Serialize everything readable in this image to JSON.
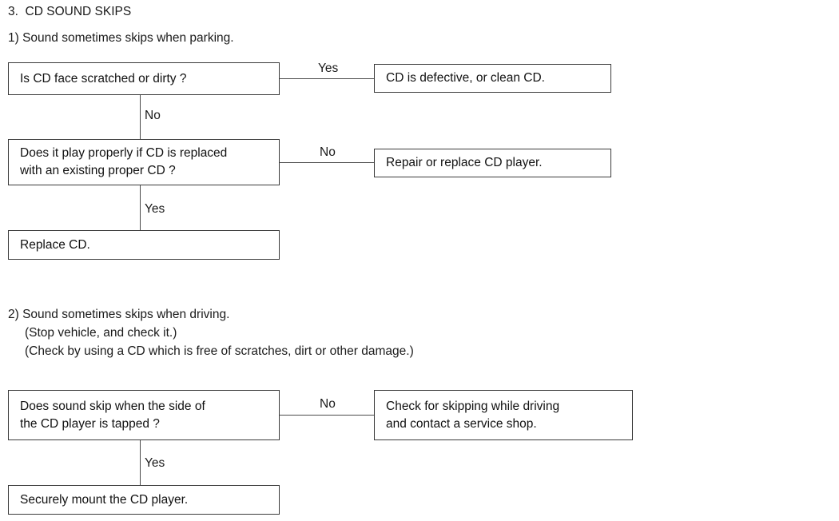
{
  "document": {
    "section_number": "3.",
    "section_title": "3.  CD SOUND SKIPS"
  },
  "case1": {
    "title": "1) Sound sometimes skips when parking.",
    "flow": {
      "decision1": "Is CD face scratched or dirty ?",
      "decision1_yes_label": "Yes",
      "decision1_yes_result": "CD is defective, or clean CD.",
      "decision1_no_label": "No",
      "decision2": "Does it play properly if CD is replaced\nwith an existing proper CD ?",
      "decision2_no_label": "No",
      "decision2_no_result": "Repair or replace CD player.",
      "decision2_yes_label": "Yes",
      "decision2_yes_result": "Replace CD."
    }
  },
  "case2": {
    "title": "2) Sound sometimes skips when driving.",
    "note1": "(Stop vehicle, and check it.)",
    "note2": "(Check by using a CD which is free of scratches, dirt or other damage.)",
    "flow": {
      "decision1": "Does sound skip when the side of\nthe CD player is tapped ?",
      "decision1_no_label": "No",
      "decision1_no_result": "Check for skipping while driving\nand contact a service shop.",
      "decision1_yes_label": "Yes",
      "decision1_yes_result": "Securely mount the CD player."
    }
  },
  "colors": {
    "page_background": "#ffffff",
    "text": "#111111",
    "box_border": "#3b3b3b",
    "connector": "#4a4a4a"
  }
}
